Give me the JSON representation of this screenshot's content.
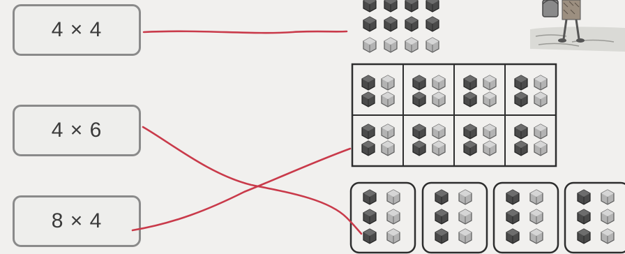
{
  "expressions": [
    {
      "id": "e1",
      "label": "4 × 4"
    },
    {
      "id": "e2",
      "label": "4 × 6"
    },
    {
      "id": "e3",
      "label": "8 × 4"
    }
  ],
  "colors": {
    "line": "#c93a4a",
    "cube_dark": "#4f4f4f",
    "cube_light": "#a9a9a9",
    "frame": "#2d2d2d"
  }
}
